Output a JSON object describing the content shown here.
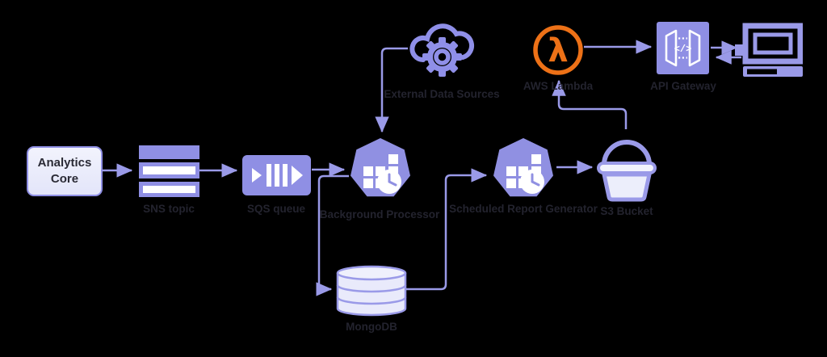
{
  "diagram": {
    "type": "architecture-flow-diagram",
    "background": "#000000",
    "nodes": {
      "analytics_core": {
        "label": "Analytics Core",
        "icon": "rounded-box"
      },
      "sns_topic": {
        "label": "SNS topic",
        "icon": "stacked-bars-icon"
      },
      "sqs_queue": {
        "label": "SQS queue",
        "icon": "message-queue-icon"
      },
      "background_processor": {
        "label": "Background Processor",
        "icon": "heptagon-scheduler-icon"
      },
      "external_data_sources": {
        "label": "External Data Sources",
        "icon": "cloud-gear-icon"
      },
      "mongodb": {
        "label": "MongoDB",
        "icon": "database-cylinder-icon"
      },
      "scheduled_report_generator": {
        "label": "Scheduled Report Generator",
        "icon": "heptagon-scheduler-icon"
      },
      "s3_bucket": {
        "label": "S3 Bucket",
        "icon": "bucket-icon"
      },
      "aws_lambda": {
        "label": "AWS Lambda",
        "icon": "lambda-circle-icon"
      },
      "api_gateway": {
        "label": "API Gateway",
        "icon": "gateway-box-icon"
      },
      "client_workstation": {
        "label": "",
        "icon": "computer-icon"
      }
    },
    "edges": [
      {
        "from": "analytics_core",
        "to": "sns_topic"
      },
      {
        "from": "sns_topic",
        "to": "sqs_queue"
      },
      {
        "from": "sqs_queue",
        "to": "background_processor"
      },
      {
        "from": "external_data_sources",
        "to": "background_processor"
      },
      {
        "from": "background_processor",
        "to": "mongodb"
      },
      {
        "from": "mongodb",
        "to": "scheduled_report_generator"
      },
      {
        "from": "scheduled_report_generator",
        "to": "s3_bucket"
      },
      {
        "from": "s3_bucket",
        "to": "aws_lambda"
      },
      {
        "from": "aws_lambda",
        "to": "api_gateway"
      },
      {
        "from": "api_gateway",
        "to": "client_workstation"
      },
      {
        "from": "client_workstation",
        "to": "api_gateway"
      }
    ],
    "colors": {
      "purple_fill": "#8f8fe4",
      "line_purple": "#9a9ae8",
      "light_fill": "#eceefb",
      "lambda_orange": "#ed7117",
      "label_text": "#23232e"
    }
  }
}
